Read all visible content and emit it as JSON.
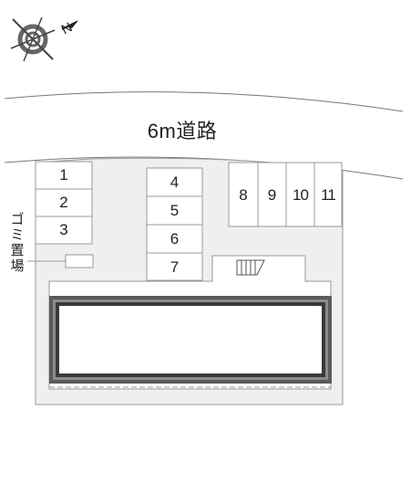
{
  "compass": {
    "icon": "compass-north-icon",
    "north_letter": "N"
  },
  "road": {
    "label": "6m道路"
  },
  "parking": {
    "spaces": [
      "1",
      "2",
      "3",
      "4",
      "5",
      "6",
      "7",
      "8",
      "9",
      "10",
      "11"
    ]
  },
  "garbage": {
    "label_chars": [
      "ゴ",
      "ミ",
      "置",
      "場"
    ]
  },
  "stairs": {
    "icon": "stairs-icon"
  },
  "colors": {
    "lot": "#efefef",
    "line": "#9a9a9a",
    "building_outer": "#5a5a5a",
    "building_mid": "#8c8c8c",
    "text": "#222222"
  }
}
